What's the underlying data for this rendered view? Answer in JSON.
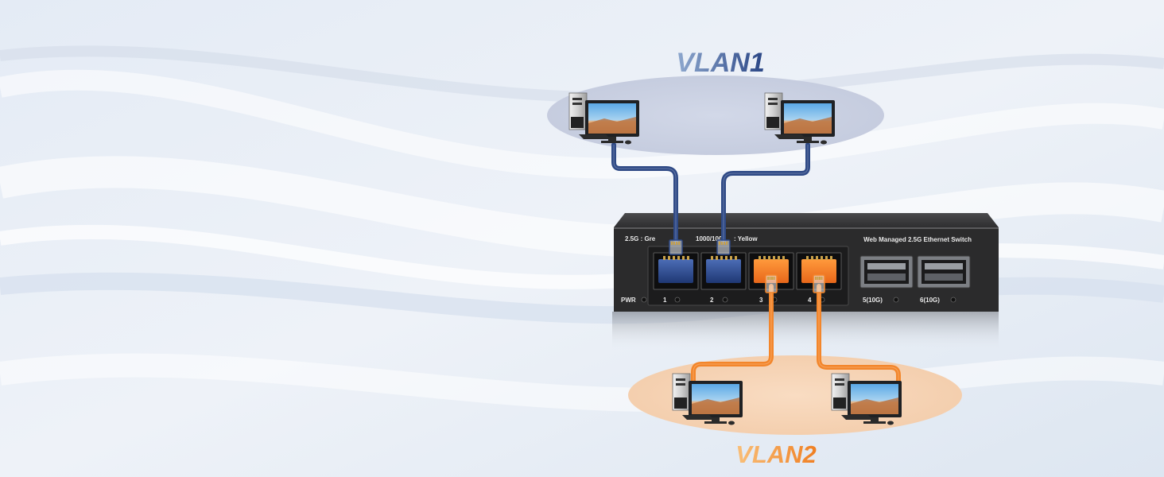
{
  "vlan1": {
    "title": "VLAN1",
    "color": "#2f4a86",
    "title_gradient": [
      "#8fa9cf",
      "#2a4585"
    ],
    "zone_color": "#c9cfe1"
  },
  "vlan2": {
    "title": "VLAN2",
    "color": "#f3862b",
    "title_gradient": [
      "#f9c07a",
      "#f07f22"
    ],
    "zone_color": "#f6d3b4"
  },
  "switch": {
    "product_label": "Web Managed 2.5G Ethernet Switch",
    "speed_legend_prefix": "2.5G : Gre",
    "speed_legend_suffix": "1000/100",
    "speed_legend_tail": ": Yellow",
    "power_label": "PWR",
    "ports": [
      {
        "label": "1",
        "vlan": "vlan1"
      },
      {
        "label": "2",
        "vlan": "vlan1"
      },
      {
        "label": "3",
        "vlan": "vlan2"
      },
      {
        "label": "4",
        "vlan": "vlan2"
      }
    ],
    "sfp_ports": [
      {
        "label": "5(10G)"
      },
      {
        "label": "6(10G)"
      }
    ],
    "body_color": "#2b2b2c"
  },
  "computers": [
    {
      "name": "pc-vlan1-left",
      "vlan": "vlan1",
      "port": "1"
    },
    {
      "name": "pc-vlan1-right",
      "vlan": "vlan1",
      "port": "2"
    },
    {
      "name": "pc-vlan2-left",
      "vlan": "vlan2",
      "port": "3"
    },
    {
      "name": "pc-vlan2-right",
      "vlan": "vlan2",
      "port": "4"
    }
  ]
}
